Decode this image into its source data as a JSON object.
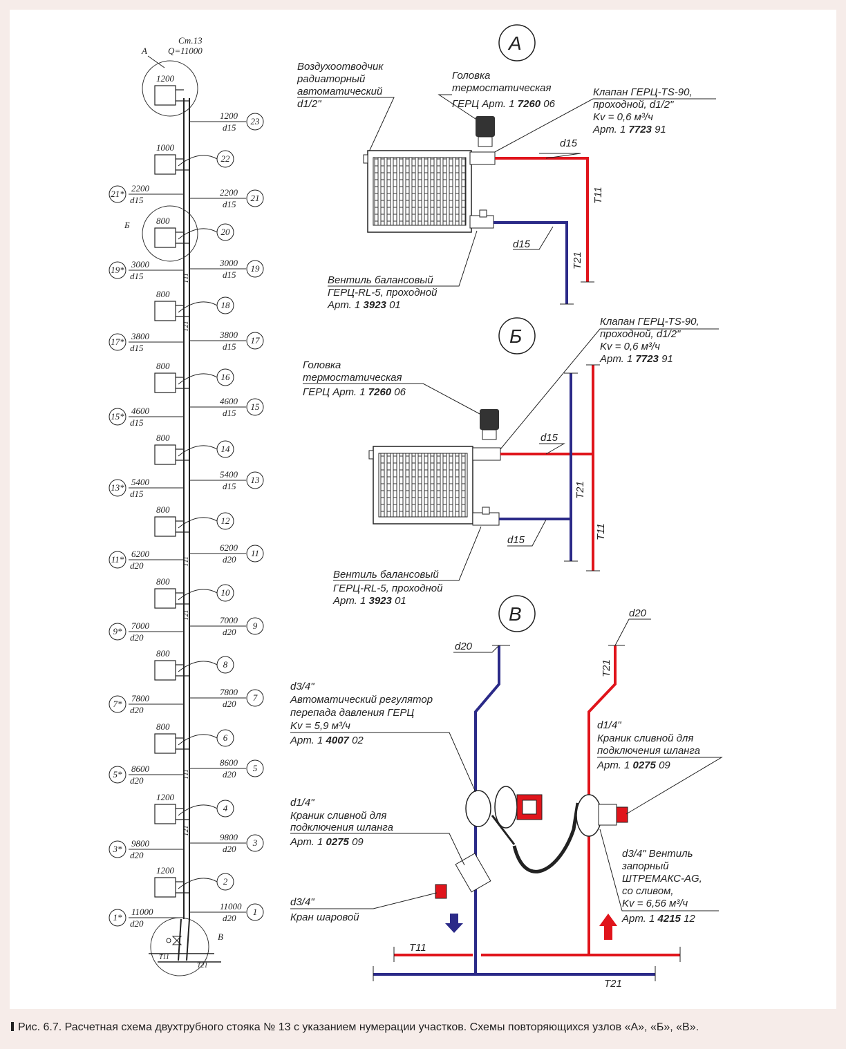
{
  "caption": "Рис. 6.7. Расчетная схема двухтрубного стояка № 13 с указанием нумерации участков. Схемы повторяющихся узлов «А», «Б», «В».",
  "colors": {
    "supply": "#e0141b",
    "return": "#2b2a88",
    "line": "#222222"
  },
  "riser": {
    "title": "Ст.13",
    "load": "Q=11000",
    "node_a": "А",
    "node_b": "Б",
    "node_v": "В",
    "pipe_t11": "T11",
    "pipe_t21": "T21",
    "radiators": [
      "1200",
      "1000",
      "800",
      "800",
      "800",
      "800",
      "800",
      "800",
      "800",
      "800",
      "1200",
      "1200"
    ],
    "right_sections": [
      {
        "n": "23",
        "q": "1200",
        "d": "d15"
      },
      {
        "n": "21",
        "q": "2200",
        "d": "d15"
      },
      {
        "n": "19",
        "q": "3000",
        "d": "d15"
      },
      {
        "n": "17",
        "q": "3800",
        "d": "d15"
      },
      {
        "n": "15",
        "q": "4600",
        "d": "d15"
      },
      {
        "n": "13",
        "q": "5400",
        "d": "d15"
      },
      {
        "n": "11",
        "q": "6200",
        "d": "d20"
      },
      {
        "n": "9",
        "q": "7000",
        "d": "d20"
      },
      {
        "n": "7",
        "q": "7800",
        "d": "d20"
      },
      {
        "n": "5",
        "q": "8600",
        "d": "d20"
      },
      {
        "n": "3",
        "q": "9800",
        "d": "d20"
      },
      {
        "n": "1",
        "q": "11000",
        "d": "d20"
      }
    ],
    "left_sections": [
      {
        "n": "21*",
        "q": "2200",
        "d": "d15"
      },
      {
        "n": "19*",
        "q": "3000",
        "d": "d15"
      },
      {
        "n": "17*",
        "q": "3800",
        "d": "d15"
      },
      {
        "n": "15*",
        "q": "4600",
        "d": "d15"
      },
      {
        "n": "13*",
        "q": "5400",
        "d": "d15"
      },
      {
        "n": "11*",
        "q": "6200",
        "d": "d20"
      },
      {
        "n": "9*",
        "q": "7000",
        "d": "d20"
      },
      {
        "n": "7*",
        "q": "7800",
        "d": "d20"
      },
      {
        "n": "5*",
        "q": "8600",
        "d": "d20"
      },
      {
        "n": "3*",
        "q": "9800",
        "d": "d20"
      },
      {
        "n": "1*",
        "q": "11000",
        "d": "d20"
      }
    ],
    "radiator_sections": [
      "22",
      "20",
      "18",
      "16",
      "14",
      "12",
      "10",
      "8",
      "6",
      "4",
      "2"
    ]
  },
  "node_a": {
    "letter": "А",
    "air_vent": [
      "Воздухоотводчик",
      "радиаторный",
      "автоматический",
      "d1/2\""
    ],
    "head_line1": "Головка",
    "head_line2": "термостатическая",
    "head_line3": "ГЕРЦ Арт. 1 ",
    "head_art": "7260",
    "head_suffix": " 06",
    "valve_line1": "Клапан ГЕРЦ-TS-90,",
    "valve_line2": "проходной, d1/2\"",
    "valve_kv": "Kv = 0,6 м³/ч",
    "valve_art_pre": "Арт. 1 ",
    "valve_art": "7723",
    "valve_suffix": " 91",
    "d_top": "d15",
    "d_bottom": "d15",
    "t11": "T11",
    "t21": "T21",
    "bal_line1": "Вентиль балансовый",
    "bal_line2": "ГЕРЦ-RL-5, проходной",
    "bal_art_pre": "Арт. 1 ",
    "bal_art": "3923",
    "bal_suffix": " 01"
  },
  "node_b": {
    "letter": "Б",
    "valve_line1": "Клапан ГЕРЦ-TS-90,",
    "valve_line2": "проходной, d1/2\"",
    "valve_kv": "Kv = 0,6 м³/ч",
    "valve_art_pre": "Арт. 1 ",
    "valve_art": "7723",
    "valve_suffix": " 91",
    "head_line1": "Головка",
    "head_line2": "термостатическая",
    "head_line3": "ГЕРЦ Арт. 1 ",
    "head_art": "7260",
    "head_suffix": " 06",
    "d_top": "d15",
    "d_bottom": "d15",
    "t21": "T21",
    "t11": "T11",
    "bal_line1": "Вентиль балансовый",
    "bal_line2": "ГЕРЦ-RL-5, проходной",
    "bal_art_pre": "Арт. 1 ",
    "bal_art": "3923",
    "bal_suffix": " 01"
  },
  "node_v": {
    "letter": "В",
    "d_left": "d20",
    "d_right": "d20",
    "t21_right": "T21",
    "reg_line1": "d3/4\"",
    "reg_line2": "Автоматический регулятор",
    "reg_line3": "перепада давления ГЕРЦ",
    "reg_kv": "Kv = 5,9 м³/ч",
    "reg_art_pre": "Арт. 1 ",
    "reg_art": "4007",
    "reg_suffix": " 02",
    "drain_l_line1": "d1/4\"",
    "drain_l_line2": "Краник сливной для",
    "drain_l_line3": "подключения шланга",
    "drain_l_art_pre": "Арт. 1 ",
    "drain_l_art": "0275",
    "drain_l_suffix": " 09",
    "ball_line1": "d3/4\"",
    "ball_line2": "Кран шаровой",
    "drain_r_line1": "d1/4\"",
    "drain_r_line2": "Краник сливной для",
    "drain_r_line3": "подключения шланга",
    "drain_r_art_pre": "Арт. 1 ",
    "drain_r_art": "0275",
    "drain_r_suffix": " 09",
    "shut_line1": "d3/4\" Вентиль",
    "shut_line2": "запорный",
    "shut_line3": "ШТРЕМАКС-AG,",
    "shut_line4": "со сливом,",
    "shut_kv": "Kv = 6,56 м³/ч",
    "shut_art_pre": "Арт. 1 ",
    "shut_art": "4215",
    "shut_suffix": " 12",
    "main_t11": "T11",
    "main_t21": "T21"
  }
}
